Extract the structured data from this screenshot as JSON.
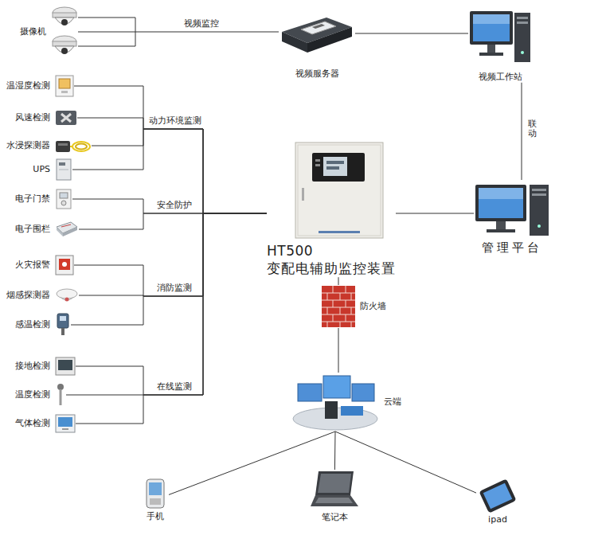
{
  "diagram": {
    "nodes": [
      {
        "text": [
          "摄像机"
        ]
      },
      {
        "text": [
          "视频服务器"
        ]
      },
      {
        "text": [
          "视频工作站"
        ]
      },
      {
        "text": [
          "温湿度检测"
        ]
      },
      {
        "text": [
          "风速检测"
        ]
      },
      {
        "text": [
          "水浸探测器"
        ]
      },
      {
        "text": [
          "UPS"
        ]
      },
      {
        "text": [
          "电子门禁"
        ]
      },
      {
        "text": [
          "电子围栏"
        ]
      },
      {
        "text": [
          "HT500",
          "变配电辅助监控装置"
        ]
      },
      {
        "text": [
          "管理平台"
        ]
      },
      {
        "text": [
          "火灾报警"
        ]
      },
      {
        "text": [
          "烟感探测器"
        ]
      },
      {
        "text": [
          "感温检测"
        ]
      },
      {
        "text": [
          "防火墙"
        ]
      },
      {
        "text": [
          "接地检测"
        ]
      },
      {
        "text": [
          "温度检测"
        ]
      },
      {
        "text": [
          "气体检测"
        ]
      },
      {
        "text": [
          "云端"
        ]
      },
      {
        "text": [
          "手机"
        ]
      },
      {
        "text": [
          "笔记本"
        ]
      },
      {
        "text": [
          "ipad"
        ]
      }
    ],
    "edges": [
      {
        "from": 0,
        "to": 1,
        "arrow": "none",
        "label": "视频监控"
      },
      {
        "from": 1,
        "to": 2,
        "arrow": "none"
      },
      {
        "from": 2,
        "to": 10,
        "arrow": "none",
        "label": "联动"
      },
      {
        "from": 3,
        "to": 9,
        "arrow": "none"
      },
      {
        "from": 4,
        "to": 9,
        "arrow": "none"
      },
      {
        "from": 5,
        "to": 9,
        "arrow": "none"
      },
      {
        "from": 6,
        "to": 9,
        "arrow": "none"
      },
      {
        "from": 7,
        "to": 9,
        "arrow": "none"
      },
      {
        "from": 8,
        "to": 9,
        "arrow": "none"
      },
      {
        "from": 9,
        "to": 10,
        "arrow": "none"
      },
      {
        "from": 11,
        "to": 9,
        "arrow": "none"
      },
      {
        "from": 12,
        "to": 9,
        "arrow": "none"
      },
      {
        "from": 13,
        "to": 9,
        "arrow": "none"
      },
      {
        "from": 15,
        "to": 9,
        "arrow": "none"
      },
      {
        "from": 16,
        "to": 9,
        "arrow": "none"
      },
      {
        "from": 17,
        "to": 9,
        "arrow": "none"
      },
      {
        "from": 9,
        "to": 14,
        "arrow": "none"
      },
      {
        "from": 14,
        "to": 18,
        "arrow": "none"
      },
      {
        "from": 18,
        "to": 19,
        "arrow": "none"
      },
      {
        "from": 18,
        "to": 20,
        "arrow": "none"
      },
      {
        "from": 18,
        "to": 21,
        "arrow": "none"
      }
    ],
    "labels": [
      "动力环境监测",
      "安全防护",
      "消防监测",
      "在线监测"
    ]
  }
}
